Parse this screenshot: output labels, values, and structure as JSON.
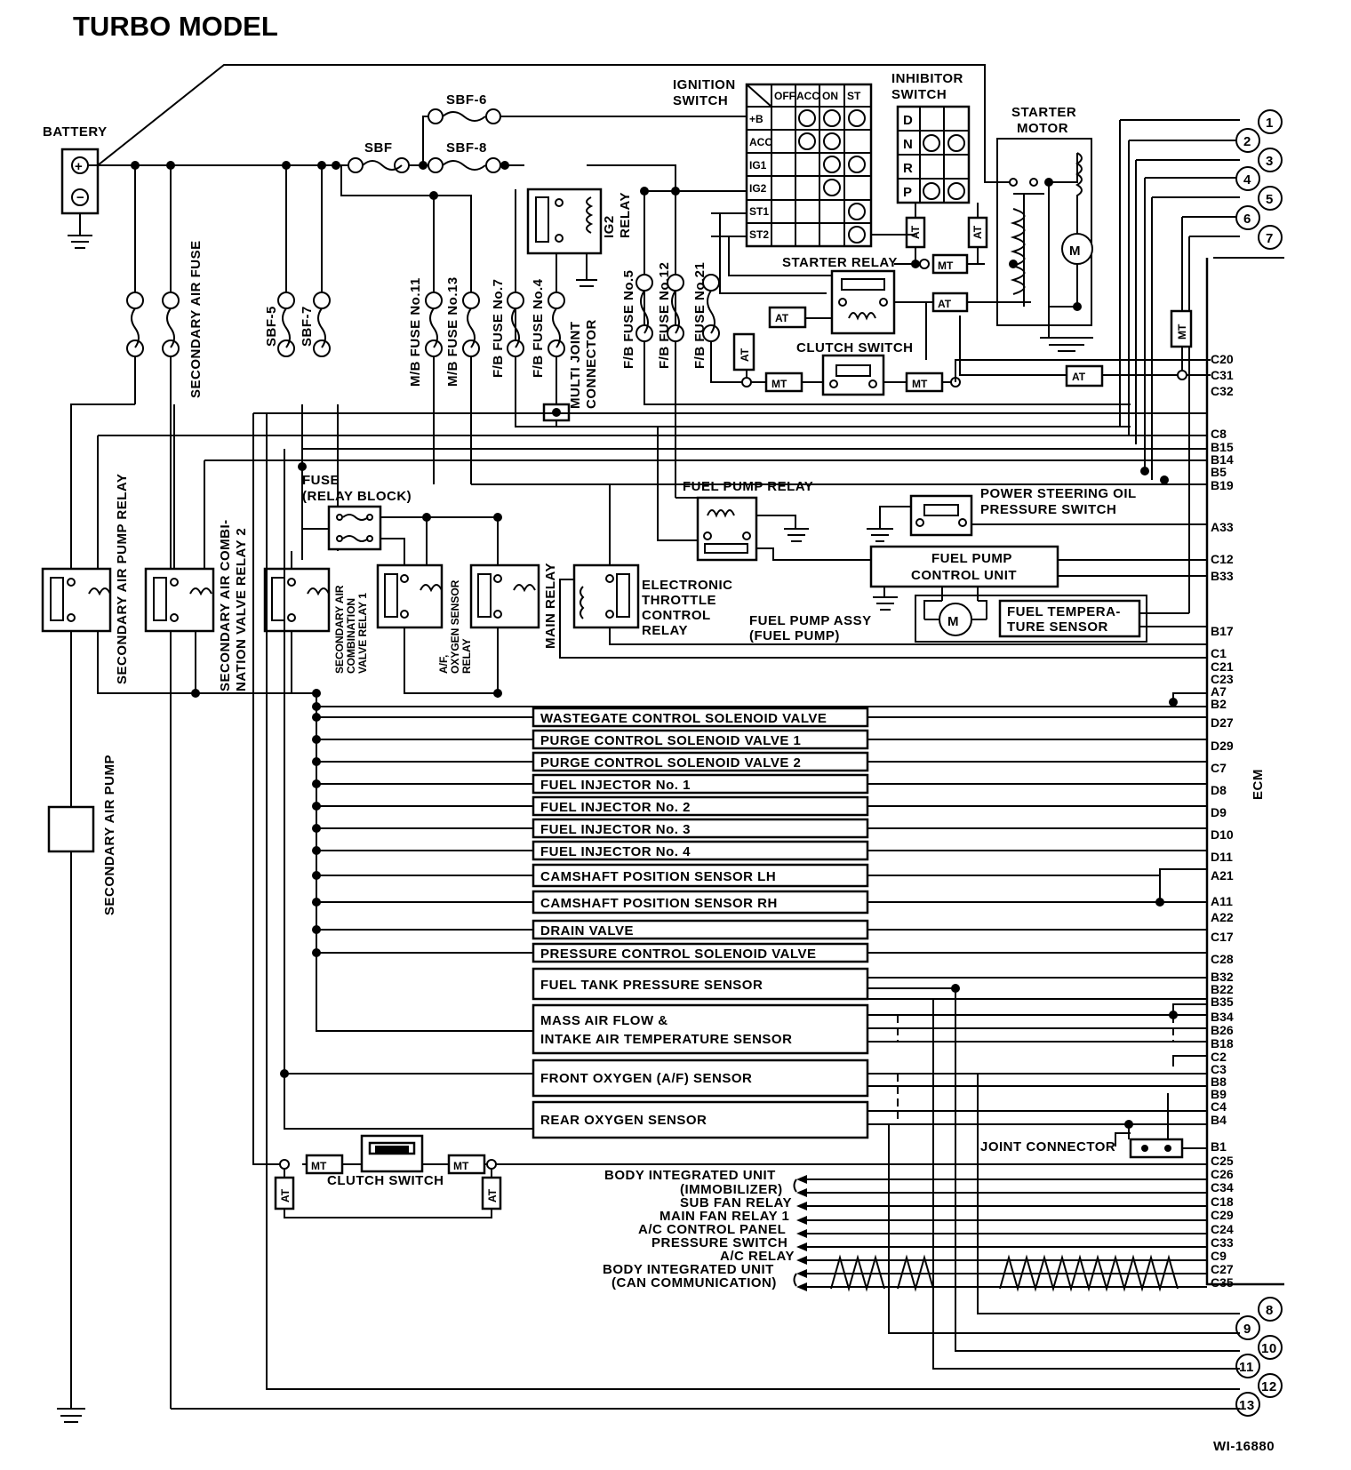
{
  "title": "TURBO MODEL",
  "ref_code": "WI-16880",
  "ecm_label": "ECM",
  "labels": {
    "battery": "BATTERY",
    "sbf": "SBF",
    "sbf6": "SBF-6",
    "sbf8": "SBF-8",
    "sbf5": "SBF-5",
    "sbf7": "SBF-7",
    "ignition_switch": [
      "IGNITION",
      "SWITCH"
    ],
    "inhibitor_switch": [
      "INHIBITOR",
      "SWITCH"
    ],
    "starter_motor": [
      "STARTER",
      "MOTOR"
    ],
    "ig2_relay": [
      "IG2",
      "RELAY"
    ],
    "starter_relay": "STARTER RELAY",
    "clutch_switch_top": "CLUTCH SWITCH",
    "clutch_switch_bottom": "CLUTCH SWITCH",
    "secondary_air_fuse": "SECONDARY AIR FUSE",
    "mb_fuse_11": "M/B FUSE No.11",
    "mb_fuse_13": "M/B FUSE No.13",
    "fb_fuse_7": "F/B FUSE No.7",
    "fb_fuse_4": "F/B FUSE No.4",
    "multi_joint": [
      "MULTI JOINT",
      "CONNECTOR"
    ],
    "fb_fuse_5": "F/B FUSE No.5",
    "fb_fuse_12": "F/B FUSE No.12",
    "fb_fuse_21": "F/B FUSE No.21",
    "fuse_relay_block": [
      "FUSE",
      "(RELAY BLOCK)"
    ],
    "fuel_pump_relay": "FUEL PUMP RELAY",
    "ps_oil_switch": [
      "POWER STEERING OIL",
      "PRESSURE SWITCH"
    ],
    "fuel_pump_cu": [
      "FUEL PUMP",
      "CONTROL UNIT"
    ],
    "fuel_temp_sensor": [
      "FUEL TEMPERA-",
      "TURE SENSOR"
    ],
    "fuel_pump_assy": [
      "FUEL PUMP ASSY",
      "(FUEL PUMP)"
    ],
    "etc_relay": [
      "ELECTRONIC",
      "THROTTLE",
      "CONTROL",
      "RELAY"
    ],
    "sec_air_pump_relay": "SECONDARY AIR PUMP RELAY",
    "sec_air_valve_relay2": [
      "SECONDARY AIR COMBI-",
      "NATION VALVE RELAY 2"
    ],
    "sec_air_valve_relay1": [
      "SECONDARY AIR",
      "COMBINATION",
      "VALVE RELAY 1"
    ],
    "af_relay": [
      "A/F,",
      "OXYGEN SENSOR",
      "RELAY"
    ],
    "main_relay": "MAIN RELAY",
    "sec_air_pump": "SECONDARY AIR PUMP",
    "joint_connector": "JOINT CONNECTOR",
    "at": "AT",
    "mt": "MT",
    "m": "M"
  },
  "ignition_positions": [
    "OFF",
    "ACC",
    "ON",
    "ST"
  ],
  "ignition_terminals": [
    "+B",
    "ACC",
    "IG1",
    "IG2",
    "ST1",
    "ST2"
  ],
  "inhibitor_positions": [
    "D",
    "N",
    "R",
    "P"
  ],
  "components": [
    "WASTEGATE CONTROL SOLENOID VALVE",
    "PURGE CONTROL SOLENOID VALVE 1",
    "PURGE CONTROL SOLENOID VALVE 2",
    "FUEL INJECTOR No. 1",
    "FUEL INJECTOR No. 2",
    "FUEL INJECTOR No. 3",
    "FUEL INJECTOR No. 4",
    "CAMSHAFT POSITION SENSOR LH",
    "CAMSHAFT POSITION SENSOR RH",
    "DRAIN VALVE",
    "PRESSURE CONTROL SOLENOID VALVE",
    "FUEL TANK PRESSURE SENSOR",
    "MASS AIR FLOW &",
    "INTAKE AIR TEMPERATURE SENSOR",
    "FRONT OXYGEN (A/F) SENSOR",
    "REAR OXYGEN SENSOR"
  ],
  "external_labels": [
    "BODY INTEGRATED UNIT",
    "(IMMOBILIZER)",
    "SUB FAN RELAY",
    "MAIN FAN RELAY 1",
    "A/C CONTROL PANEL",
    "PRESSURE SWITCH",
    "A/C RELAY",
    "BODY INTEGRATED UNIT",
    "(CAN COMMUNICATION)"
  ],
  "ecm_pins": [
    "C20",
    "C31",
    "C32",
    "C8",
    "B15",
    "B14",
    "B5",
    "B19",
    "A33",
    "C12",
    "B33",
    "B17",
    "C1",
    "C21",
    "C23",
    "A7",
    "B2",
    "D27",
    "D29",
    "C7",
    "D8",
    "D9",
    "D10",
    "D11",
    "A21",
    "A11",
    "A22",
    "C17",
    "C28",
    "B32",
    "B22",
    "B35",
    "B34",
    "B26",
    "B18",
    "C2",
    "C3",
    "B8",
    "B9",
    "C4",
    "B4",
    "B1",
    "C25",
    "C26",
    "C34",
    "C18",
    "C29",
    "C24",
    "C33",
    "C9",
    "C27",
    "C35"
  ],
  "connector_numbers": [
    "1",
    "2",
    "3",
    "4",
    "5",
    "6",
    "7",
    "8",
    "9",
    "10",
    "11",
    "12",
    "13"
  ]
}
